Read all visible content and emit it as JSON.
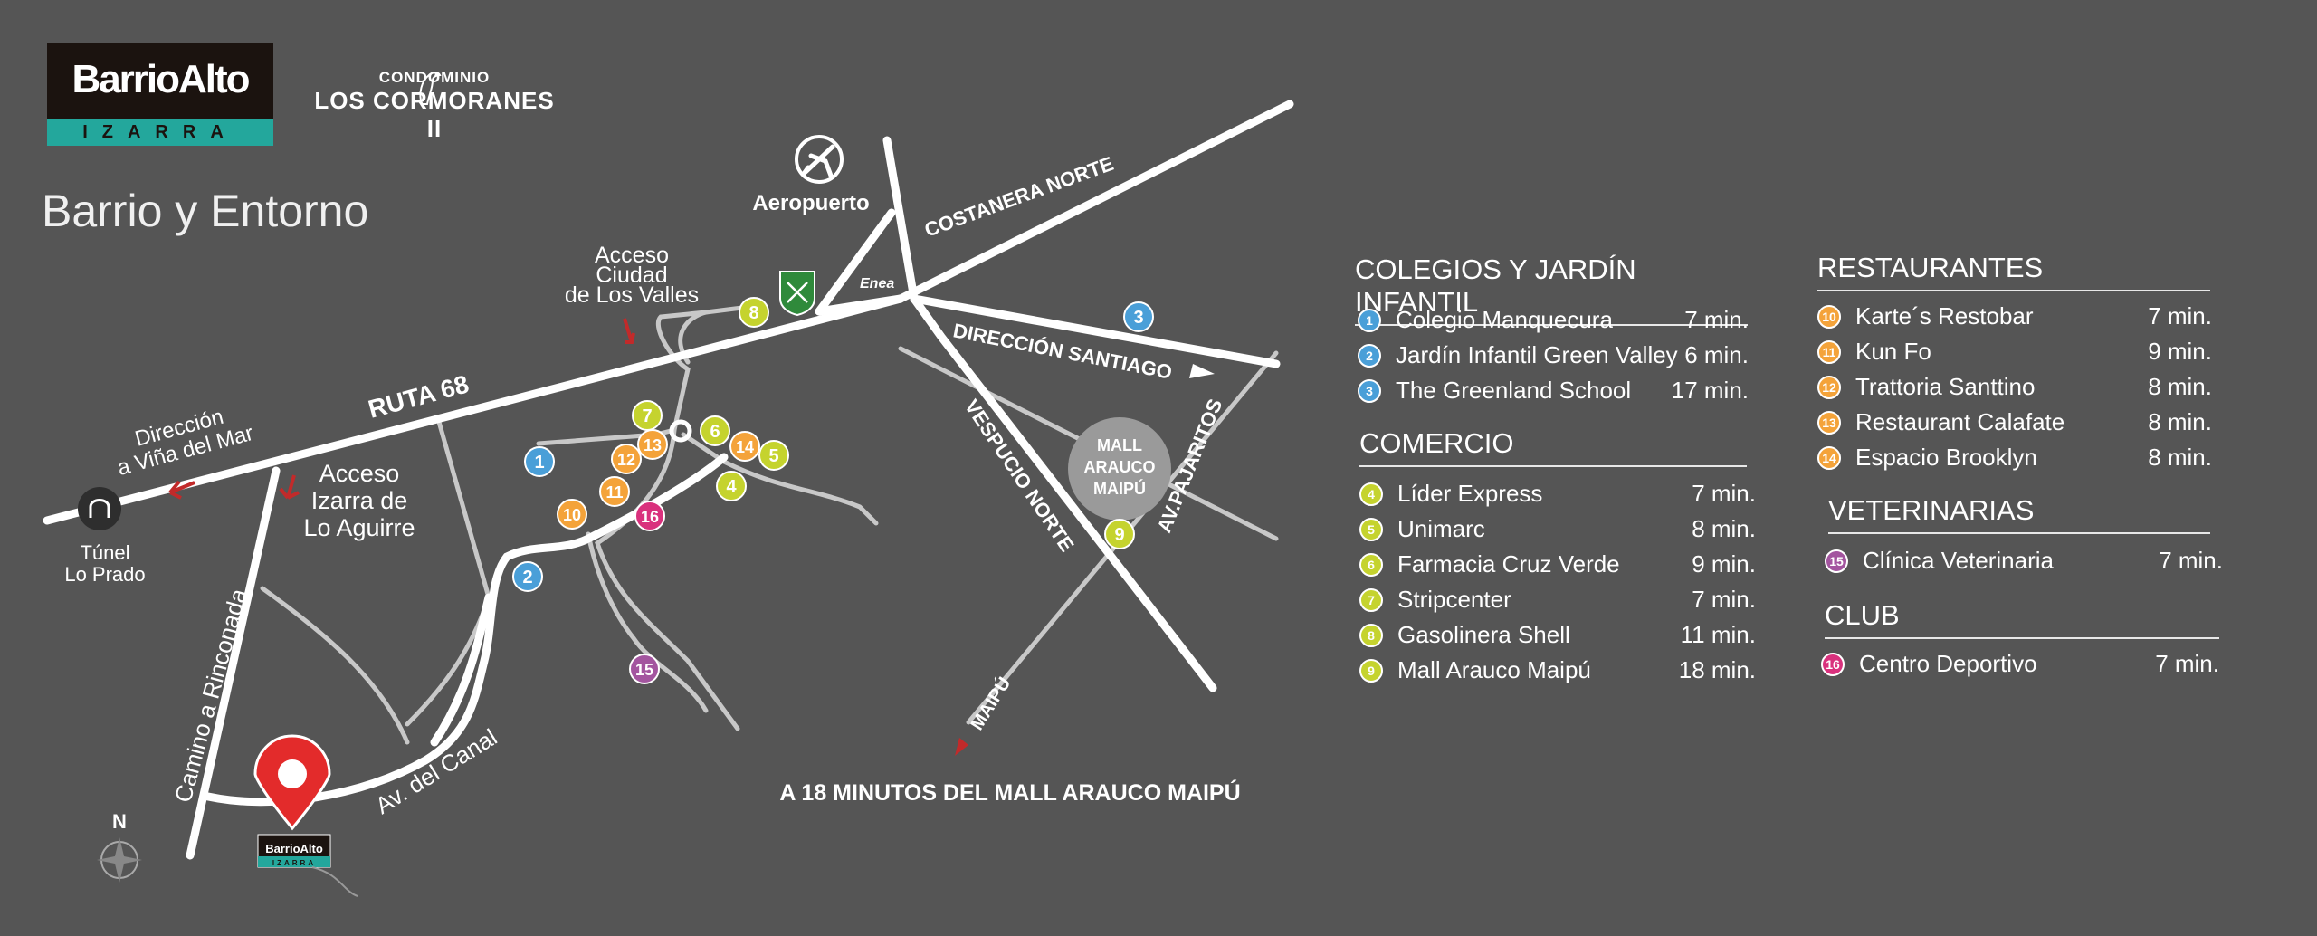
{
  "header": {
    "logo_brand": "BarrioAlto",
    "logo_sub": "IZARRA",
    "condo_small": "CONDOMINIO",
    "condo_big": "LOS CORMORANES II",
    "page_title": "Barrio y Entorno"
  },
  "colors": {
    "background": "#555555",
    "road": "#ffffff",
    "minor_road": "#c8c8c8",
    "school": "#4a9fd8",
    "commerce": "#c5d32e",
    "restaurant": "#f4a33a",
    "vet": "#a3559f",
    "club": "#d9317d",
    "pin": "#e32b2b",
    "arrow": "#c22a2a"
  },
  "map": {
    "airport": "Aeropuerto",
    "costanera": "COSTANERA NORTE",
    "direccion_santiago": "DIRECCIÓN SANTIAGO",
    "ruta68": "RUTA 68",
    "vespucio": "VESPUCIO NORTE",
    "pajaritos": "AV.PAJARITOS",
    "maipu": "MAIPÚ",
    "mall": [
      "MALL",
      "ARAUCO",
      "MAIPÚ"
    ],
    "enea": "Enea",
    "acceso_ciudad": [
      "Acceso",
      "Ciudad",
      "de Los Valles"
    ],
    "direccion_vina": [
      "Dirección",
      "a Viña del Mar"
    ],
    "acceso_izarra": [
      "Acceso",
      "Izarra de",
      "Lo Aguirre"
    ],
    "tunel": [
      "Túnel",
      "Lo Prado"
    ],
    "camino": "Camino a Rinconada",
    "canal": "Av. del Canal",
    "north": "N",
    "pin_brand": "BarrioAlto",
    "pin_sub": "IZARRA",
    "tagline": "A 18 MINUTOS DEL MALL ARAUCO MAIPÚ"
  },
  "markers": [
    {
      "n": "1",
      "cat": "school"
    },
    {
      "n": "2",
      "cat": "school"
    },
    {
      "n": "3",
      "cat": "school"
    },
    {
      "n": "4",
      "cat": "commerce"
    },
    {
      "n": "5",
      "cat": "commerce"
    },
    {
      "n": "6",
      "cat": "commerce"
    },
    {
      "n": "7",
      "cat": "commerce"
    },
    {
      "n": "8",
      "cat": "commerce"
    },
    {
      "n": "9",
      "cat": "commerce"
    },
    {
      "n": "10",
      "cat": "restaurant"
    },
    {
      "n": "11",
      "cat": "restaurant"
    },
    {
      "n": "12",
      "cat": "restaurant"
    },
    {
      "n": "13",
      "cat": "restaurant"
    },
    {
      "n": "14",
      "cat": "restaurant"
    },
    {
      "n": "15",
      "cat": "vet"
    },
    {
      "n": "16",
      "cat": "club"
    }
  ],
  "legend": {
    "colegios": {
      "title": "COLEGIOS Y JARDÍN INFANTIL",
      "items": [
        {
          "n": "1",
          "name": "Colegio Manquecura",
          "time": "7 min."
        },
        {
          "n": "2",
          "name": "Jardín Infantil Green Valley",
          "time": "6 min."
        },
        {
          "n": "3",
          "name": "The Greenland School",
          "time": "17 min."
        }
      ]
    },
    "comercio": {
      "title": "COMERCIO",
      "items": [
        {
          "n": "4",
          "name": "Líder Express",
          "time": "7 min."
        },
        {
          "n": "5",
          "name": "Unimarc",
          "time": "8 min."
        },
        {
          "n": "6",
          "name": "Farmacia Cruz Verde",
          "time": "9 min."
        },
        {
          "n": "7",
          "name": "Stripcenter",
          "time": "7 min."
        },
        {
          "n": "8",
          "name": "Gasolinera Shell",
          "time": "11 min."
        },
        {
          "n": "9",
          "name": "Mall Arauco Maipú",
          "time": "18 min."
        }
      ]
    },
    "restaurantes": {
      "title": "RESTAURANTES",
      "items": [
        {
          "n": "10",
          "name": "Karte´s Restobar",
          "time": "7 min."
        },
        {
          "n": "11",
          "name": "Kun Fo",
          "time": "9 min."
        },
        {
          "n": "12",
          "name": "Trattoria Santtino",
          "time": "8 min."
        },
        {
          "n": "13",
          "name": "Restaurant Calafate",
          "time": "8 min."
        },
        {
          "n": "14",
          "name": "Espacio Brooklyn",
          "time": "8 min."
        }
      ]
    },
    "veterinarias": {
      "title": "VETERINARIAS",
      "items": [
        {
          "n": "15",
          "name": "Clínica Veterinaria",
          "time": "7 min."
        }
      ]
    },
    "club": {
      "title": "CLUB",
      "items": [
        {
          "n": "16",
          "name": "Centro Deportivo",
          "time": "7 min."
        }
      ]
    }
  }
}
